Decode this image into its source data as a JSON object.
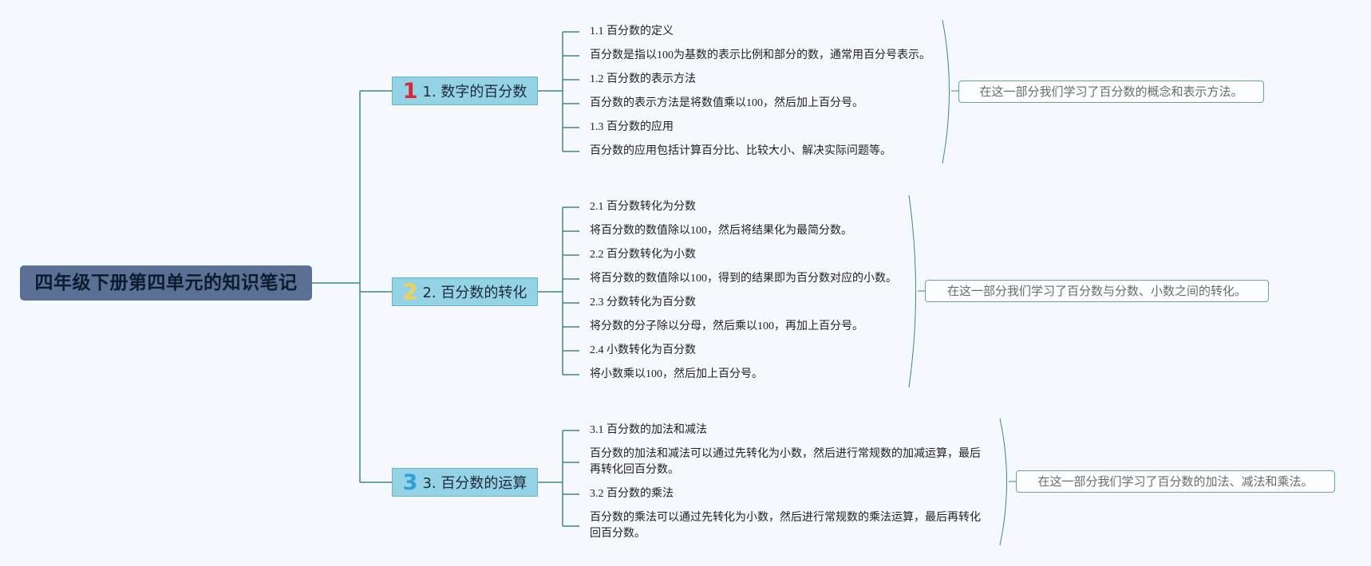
{
  "root": {
    "title": "四年级下册第四单元的知识笔记"
  },
  "colors": {
    "line": "#3e8a74",
    "root_bg": "#5a7195",
    "topic_bg": "#94d3e5",
    "num1": "#d9263b",
    "num2": "#f3d24e",
    "num3": "#2ea0dd"
  },
  "topics": [
    {
      "number": "1",
      "label": "1. 数字的百分数",
      "items": [
        "1.1 百分数的定义",
        "百分数是指以100为基数的表示比例和部分的数，通常用百分号表示。",
        "1.2 百分数的表示方法",
        "百分数的表示方法是将数值乘以100，然后加上百分号。",
        "1.3 百分数的应用",
        "百分数的应用包括计算百分比、比较大小、解决实际问题等。"
      ],
      "summary": "在这一部分我们学习了百分数的概念和表示方法。"
    },
    {
      "number": "2",
      "label": "2. 百分数的转化",
      "items": [
        "2.1 百分数转化为分数",
        "将百分数的数值除以100，然后将结果化为最简分数。",
        "2.2 百分数转化为小数",
        "将百分数的数值除以100，得到的结果即为百分数对应的小数。",
        "2.3 分数转化为百分数",
        "将分数的分子除以分母，然后乘以100，再加上百分号。",
        "2.4 小数转化为百分数",
        "将小数乘以100，然后加上百分号。"
      ],
      "summary": "在这一部分我们学习了百分数与分数、小数之间的转化。"
    },
    {
      "number": "3",
      "label": "3. 百分数的运算",
      "items": [
        "3.1 百分数的加法和减法",
        "百分数的加法和减法可以通过先转化为小数，然后进行常规数的加减运算，最后再转化回百分数。",
        "3.2 百分数的乘法",
        "百分数的乘法可以通过先转化为小数，然后进行常规数的乘法运算，最后再转化回百分数。"
      ],
      "summary": "在这一部分我们学习了百分数的加法、减法和乘法。"
    }
  ]
}
